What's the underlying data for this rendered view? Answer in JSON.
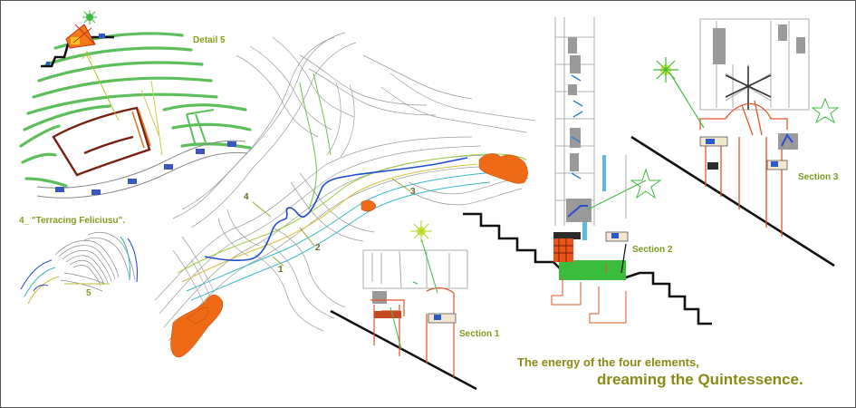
{
  "labels": {
    "detail": "Detail 5",
    "terracing": "4_ \"Terracing Feliciusu\".",
    "scale_number": "5",
    "section1": "Section 1",
    "section2": "Section 2",
    "section3": "Section 3"
  },
  "site_markers": [
    "1",
    "2",
    "3",
    "4"
  ],
  "tagline": {
    "line1": "The energy of the four elements,",
    "line2": "dreaming the Quintessence."
  },
  "colors": {
    "terrace_green": "#5cbf5c",
    "path_blue": "#1e4fd0",
    "rock_orange": "#ee6a16",
    "label_olive": "#8a9a1b",
    "section_red": "#e0542a",
    "water_cyan": "#39b9c4"
  }
}
